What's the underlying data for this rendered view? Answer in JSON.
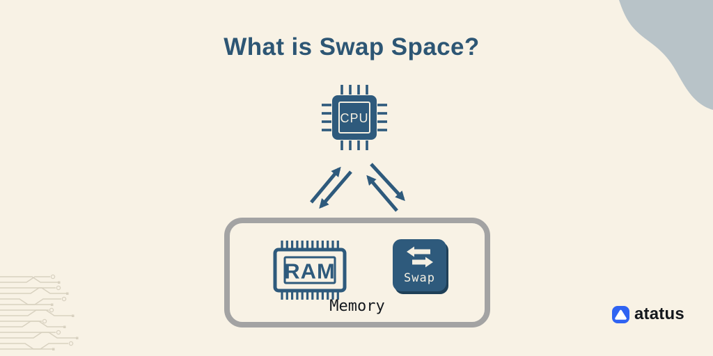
{
  "title": "What is Swap Space?",
  "cpu": {
    "label": "CPU"
  },
  "memory_box": {
    "label": "Memory",
    "ram": {
      "label": "RAM"
    },
    "swap": {
      "label": "Swap"
    }
  },
  "brand": {
    "name": "atatus"
  },
  "colors": {
    "background": "#f8f2e5",
    "primary": "#2e5a7c",
    "title": "#2d5674",
    "box_border": "#a3a3a3",
    "blob": "#b8c3c8",
    "circuit": "#d8d1c0",
    "brand_blue": "#2f63f2",
    "label_text": "#14181d",
    "icon_text": "#f5f0e2",
    "swap_shadow": "#1f4058"
  }
}
